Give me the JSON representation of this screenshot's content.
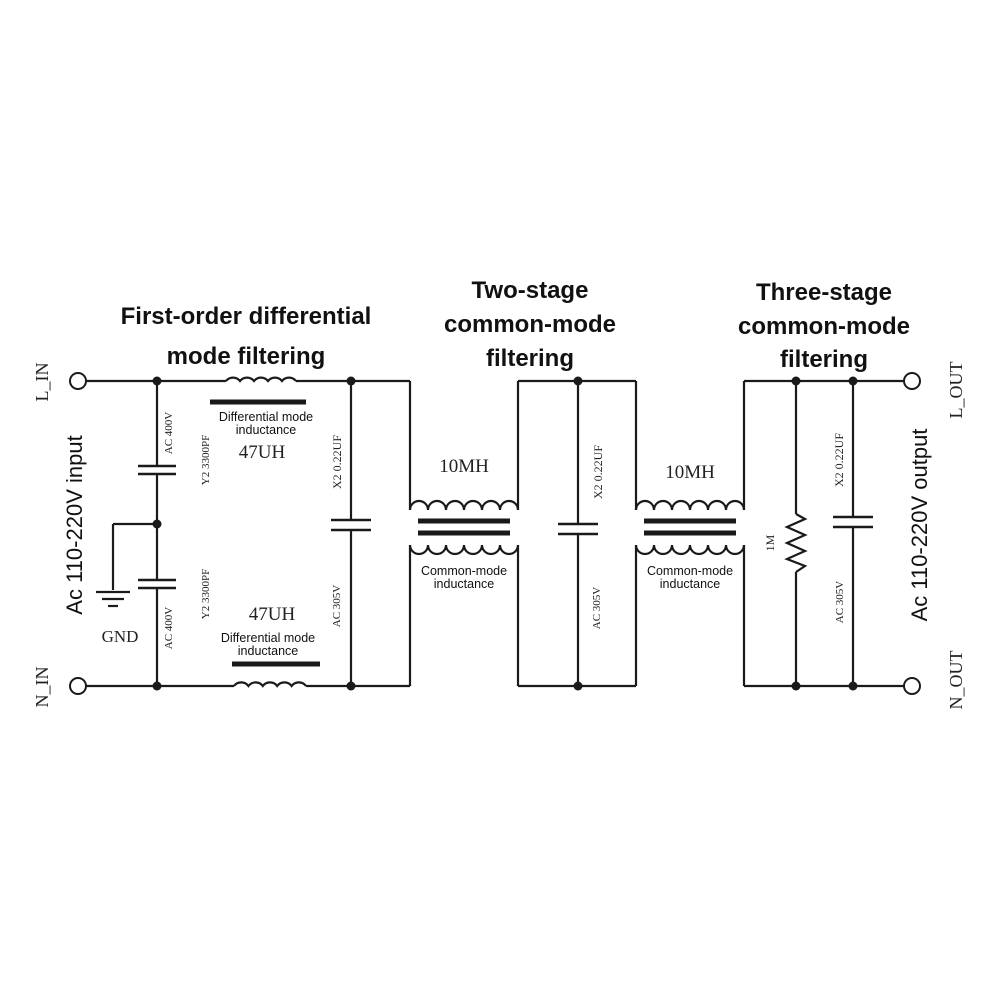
{
  "headings": {
    "stage1_line1": "First-order differential",
    "stage1_line2": "mode filtering",
    "stage2_line1": "Two-stage",
    "stage2_line2": "common-mode",
    "stage2_line3": "filtering",
    "stage3_line1": "Three-stage",
    "stage3_line2": "common-mode",
    "stage3_line3": "filtering"
  },
  "terminals": {
    "l_in": "L_IN",
    "n_in": "N_IN",
    "l_out": "L_OUT",
    "n_out": "N_OUT",
    "gnd": "GND"
  },
  "sides": {
    "input": "Ac 110-220V input",
    "output": "Ac 110-220V output"
  },
  "components": {
    "y_cap_top_rating": "AC 400V",
    "y_cap_top_value": "Y2 3300PF",
    "y_cap_bot_value": "Y2 3300PF",
    "y_cap_bot_rating": "AC 400V",
    "diff_ind_top_label": "Differential mode inductance",
    "diff_ind_top_value": "47UH",
    "diff_ind_bot_value": "47UH",
    "diff_ind_bot_label": "Differential mode inductance",
    "x_cap1_value": "X2 0.22UF",
    "x_cap1_rating": "AC 305V",
    "cm_ind1_value": "10MH",
    "cm_ind1_label": "Common-mode inductance",
    "x_cap2_value": "X2 0.22UF",
    "x_cap2_rating": "AC 305V",
    "cm_ind2_value": "10MH",
    "cm_ind2_label": "Common-mode inductance",
    "resistor_value": "1M",
    "x_cap3_value": "X2 0.22UF",
    "x_cap3_rating": "AC 305V"
  }
}
